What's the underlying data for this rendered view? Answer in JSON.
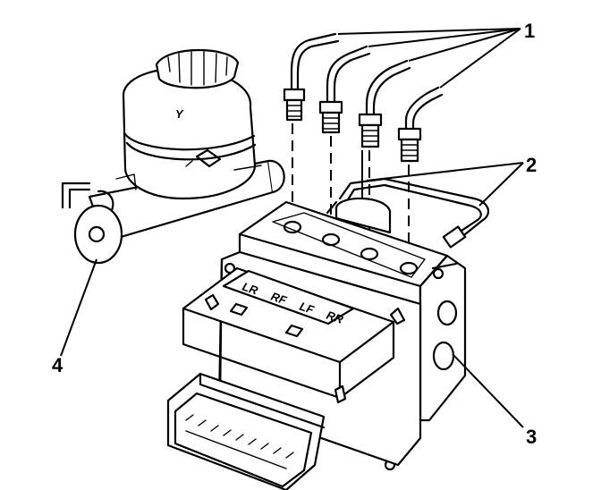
{
  "callouts": {
    "c1": "1",
    "c2": "2",
    "c3": "3",
    "c4": "4"
  },
  "module_labels": [
    "LR",
    "RF",
    "LF",
    "RR"
  ],
  "reservoir_symbol": "Y",
  "colors": {
    "ink": "#000000",
    "paper": "#ffffff"
  }
}
